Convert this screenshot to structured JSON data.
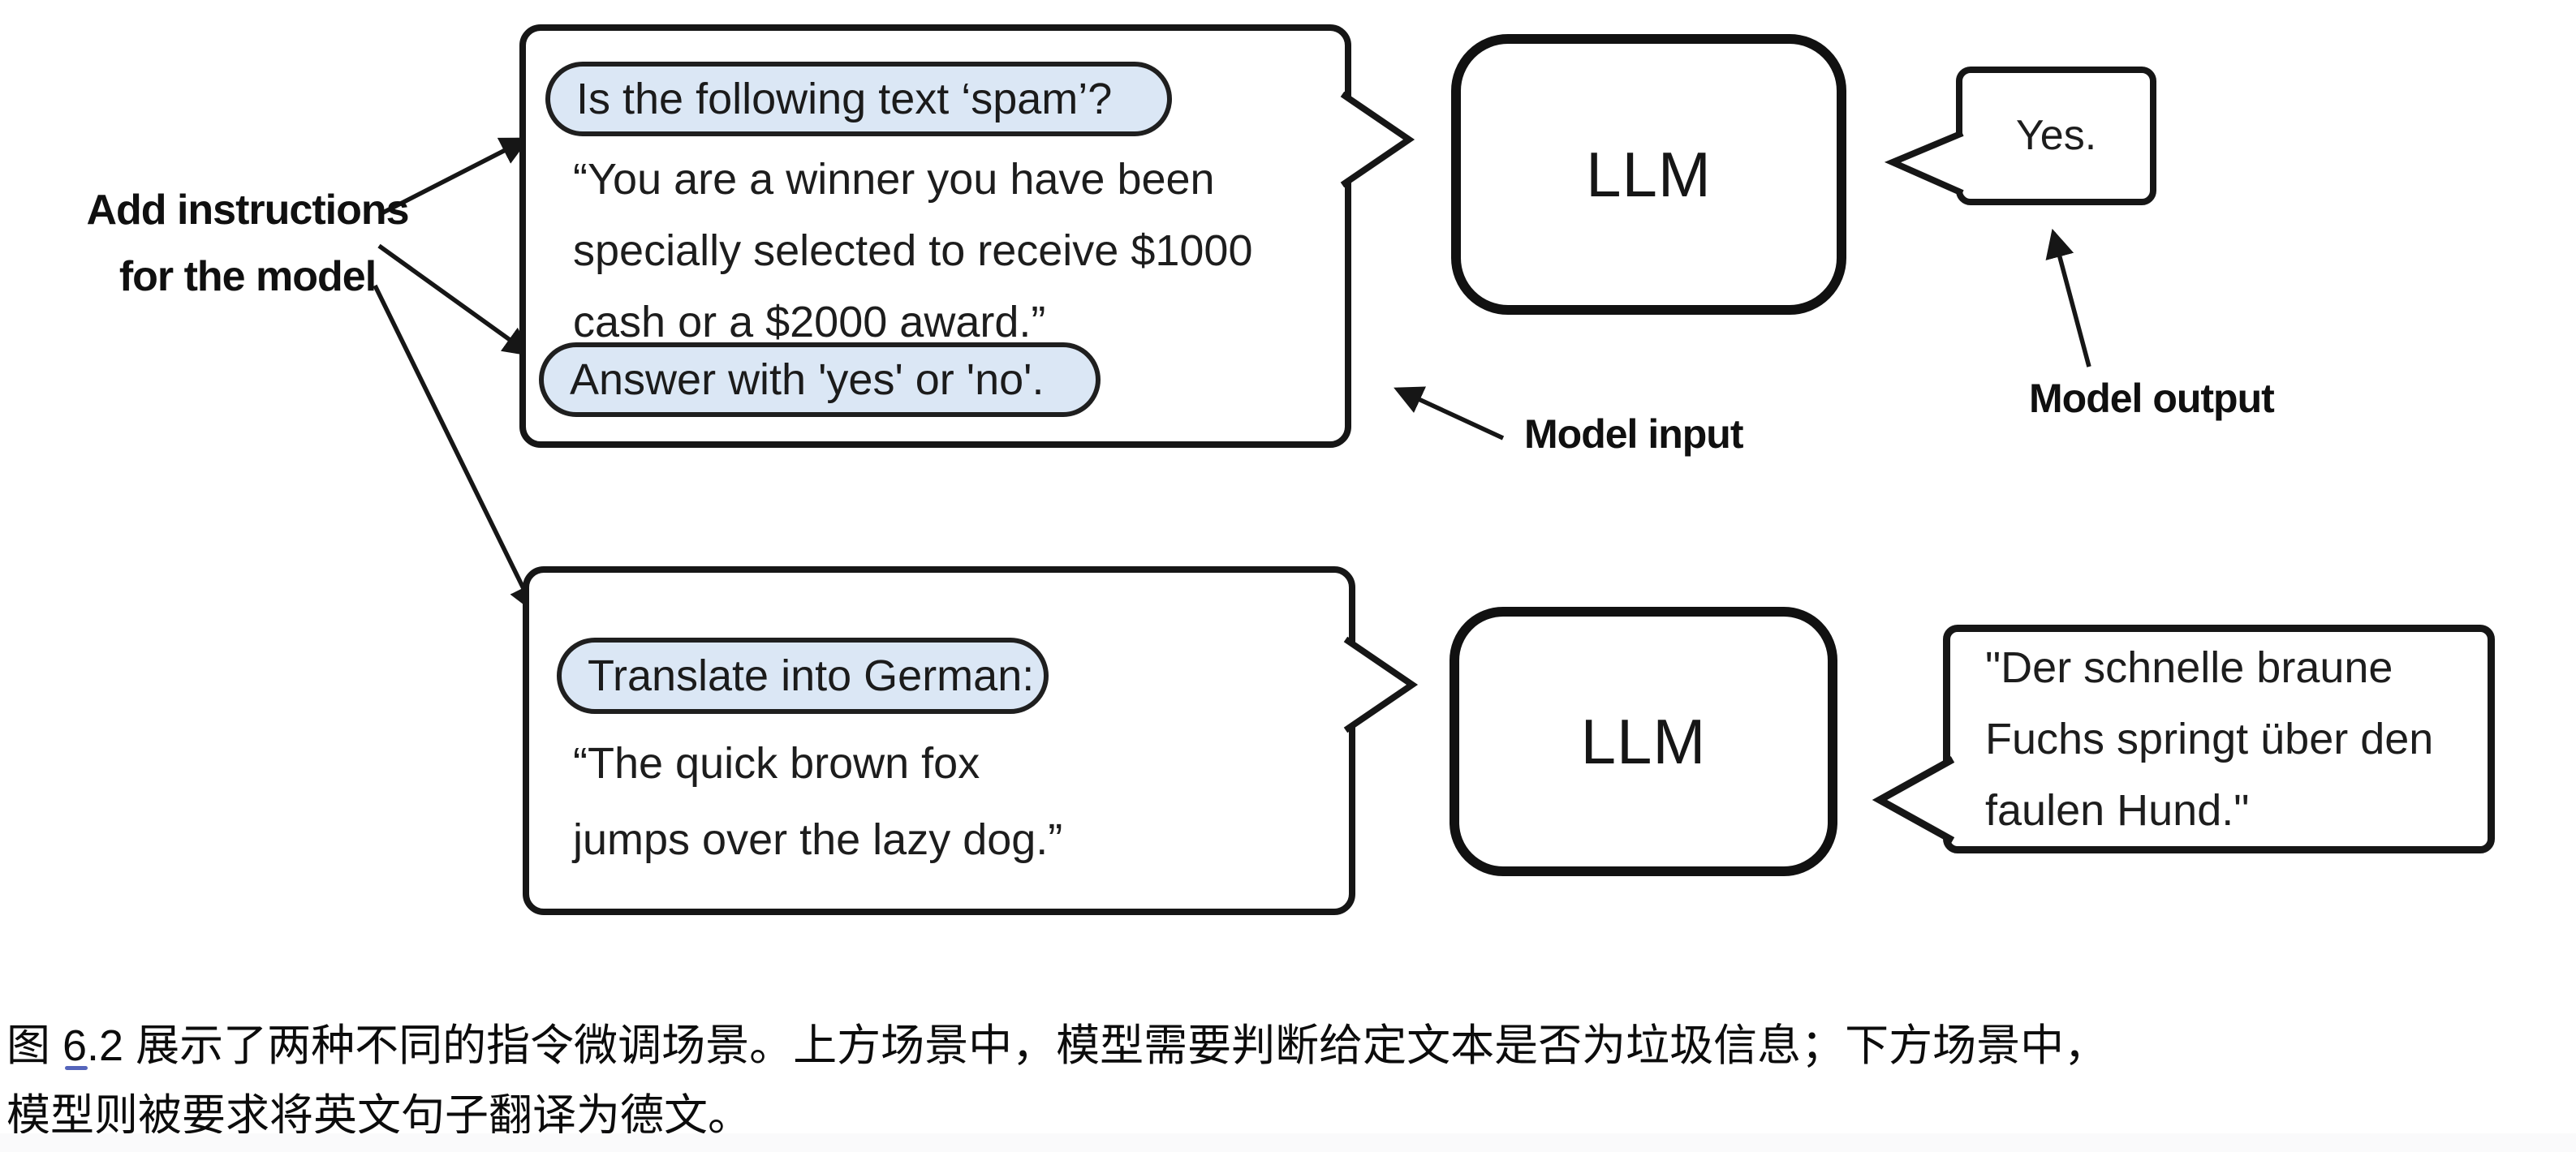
{
  "figure": {
    "top_scenario": {
      "input": {
        "instruction_pill_1": "Is the following text ‘spam’?",
        "body_lines": [
          "“You are a winner you have been",
          "specially selected to receive $1000",
          "cash or a $2000 award.”"
        ],
        "instruction_pill_2": "Answer with 'yes' or 'no'."
      },
      "model_label": "LLM",
      "output": "Yes."
    },
    "bottom_scenario": {
      "input": {
        "instruction_pill": "Translate into German:",
        "body_lines": [
          "“The quick brown fox",
          "jumps over the lazy dog.”"
        ]
      },
      "model_label": "LLM",
      "output_lines": [
        "\"Der schnelle braune",
        "Fuchs springt über den",
        "faulen Hund.\""
      ]
    },
    "annotations": {
      "add_instructions_line1": "Add instructions",
      "add_instructions_line2": "for the model",
      "model_input": "Model input",
      "model_output": "Model output"
    }
  },
  "caption": {
    "line1": "图 6.2 展示了两种不同的指令微调场景。上方场景中，模型需要判断给定文本是否为垃圾信息；下方场景中，",
    "line2": "模型则被要求将英文句子翻译为德文。"
  },
  "colors": {
    "pill_fill": "#dbe7f5",
    "stroke": "#161616",
    "underline_accent": "#5565bb"
  }
}
